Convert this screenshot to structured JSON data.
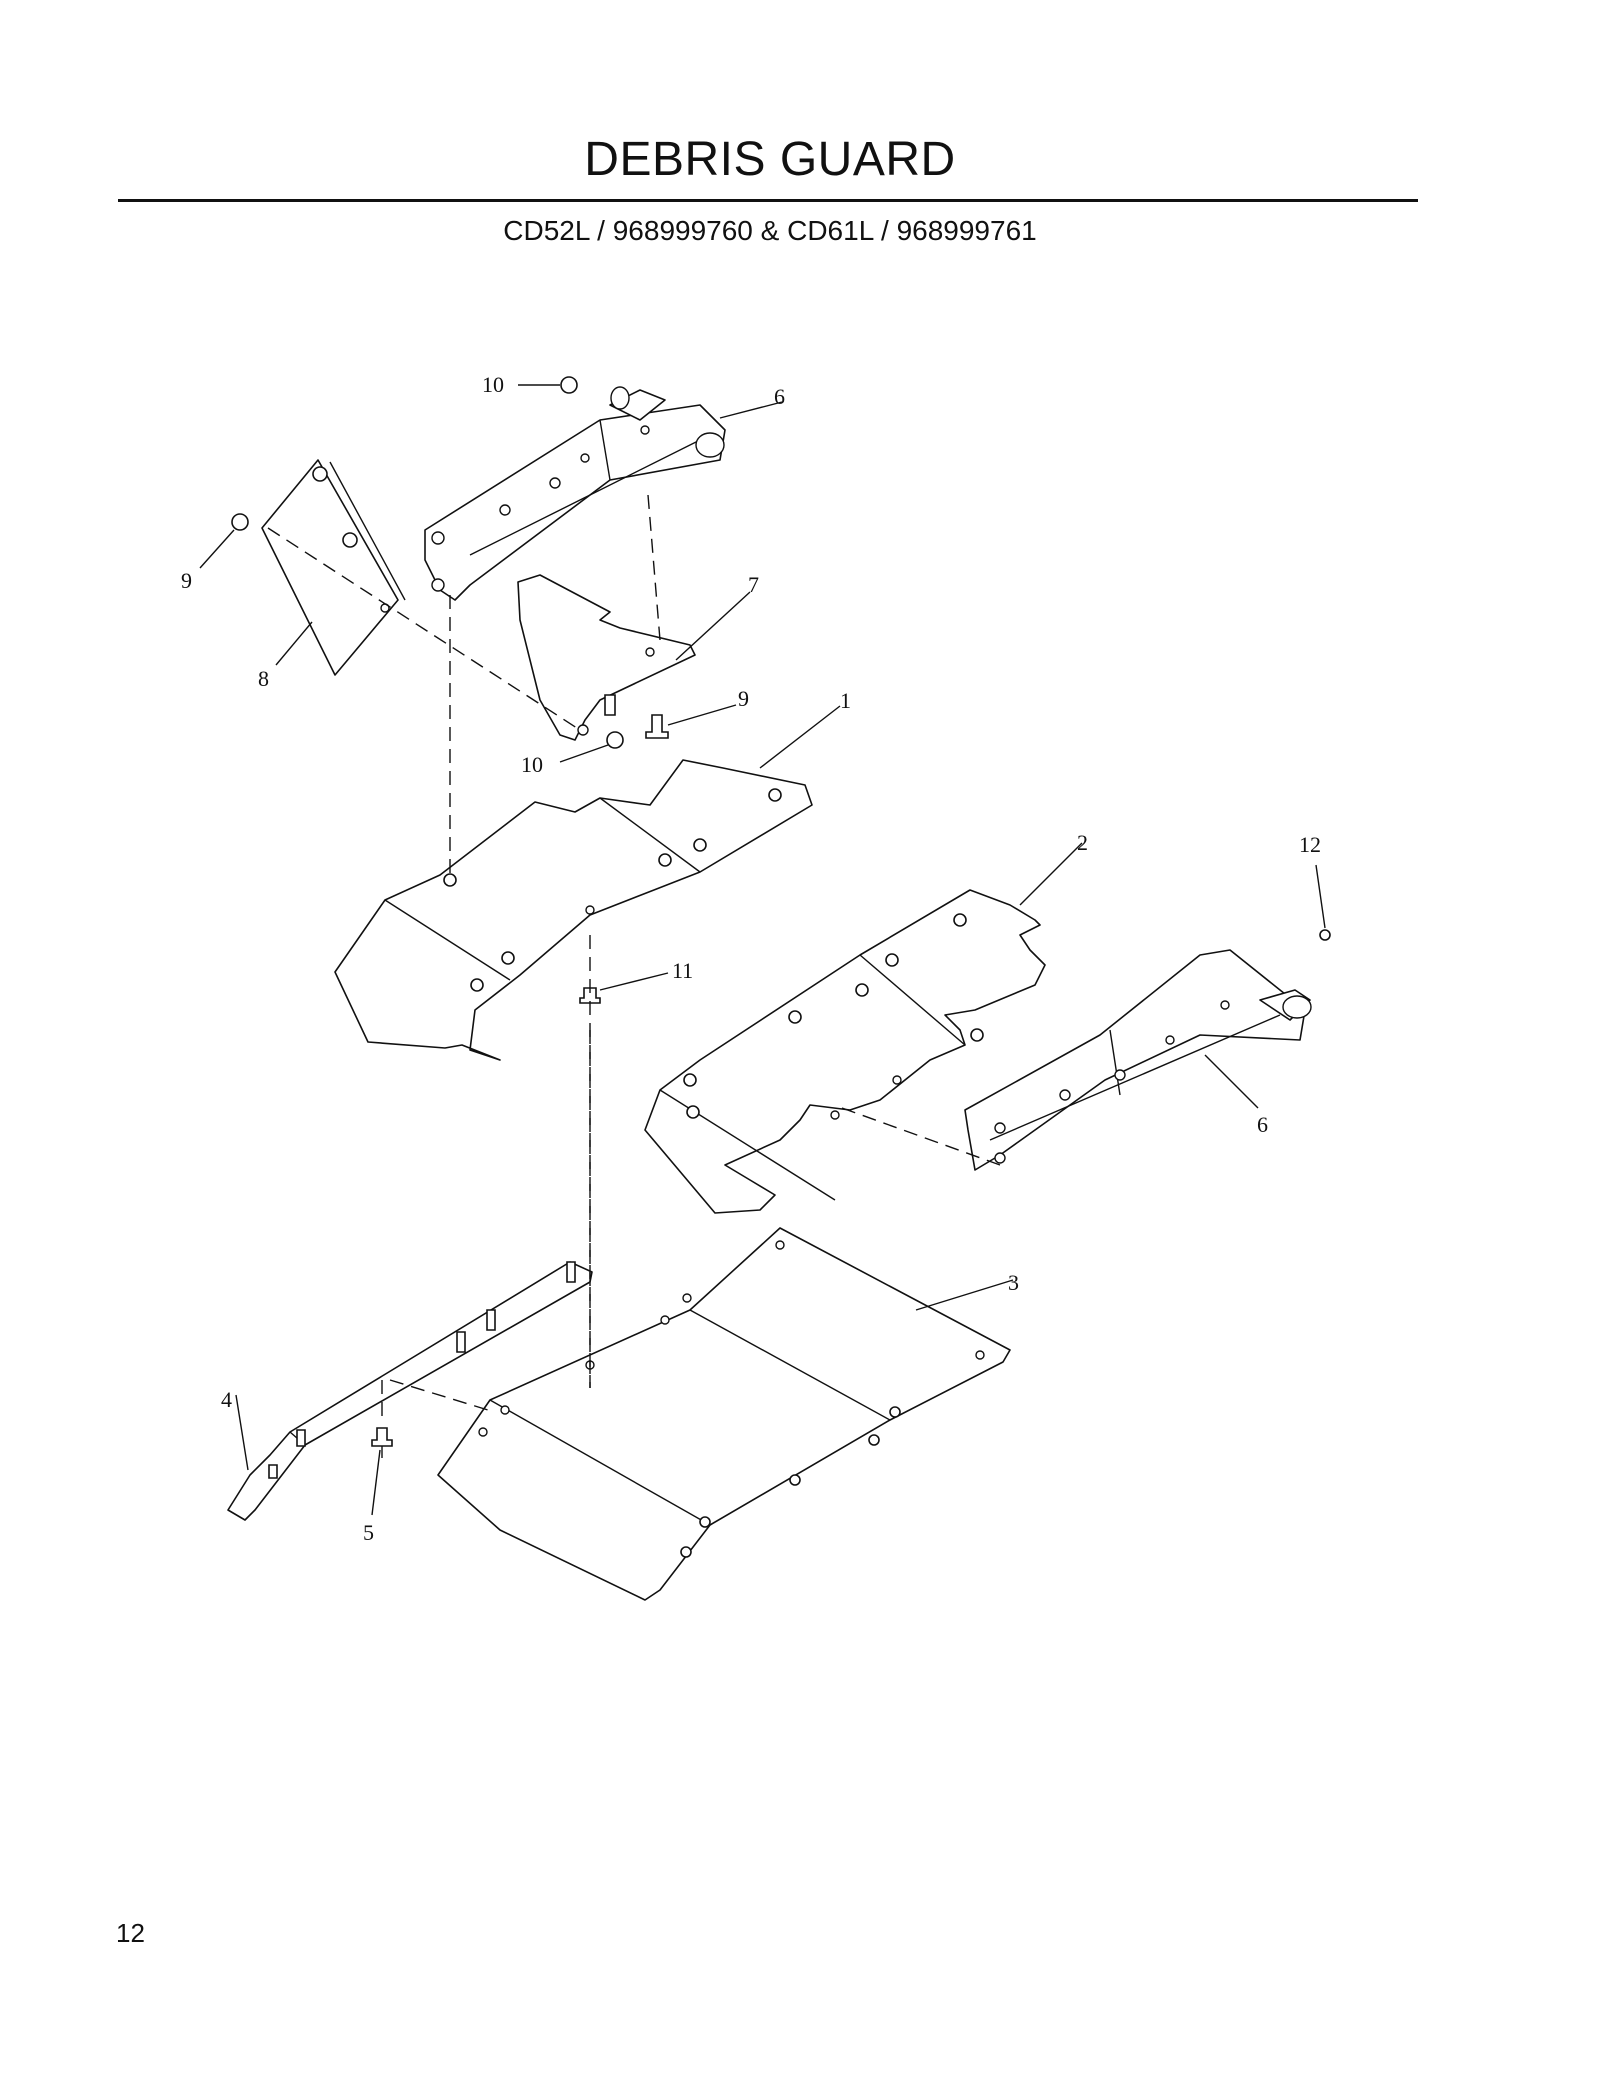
{
  "header": {
    "title": "DEBRIS GUARD",
    "subtitle": "CD52L / 968999760 & CD61L / 968999761"
  },
  "footer": {
    "page_number": "12"
  },
  "callouts": {
    "c10_top": "10",
    "c6_top": "6",
    "c9_left": "9",
    "c8": "8",
    "c7": "7",
    "c9_mid": "9",
    "c10_mid": "10",
    "c1": "1",
    "c2": "2",
    "c12": "12",
    "c11": "11",
    "c6_right": "6",
    "c3": "3",
    "c4": "4",
    "c5": "5"
  }
}
